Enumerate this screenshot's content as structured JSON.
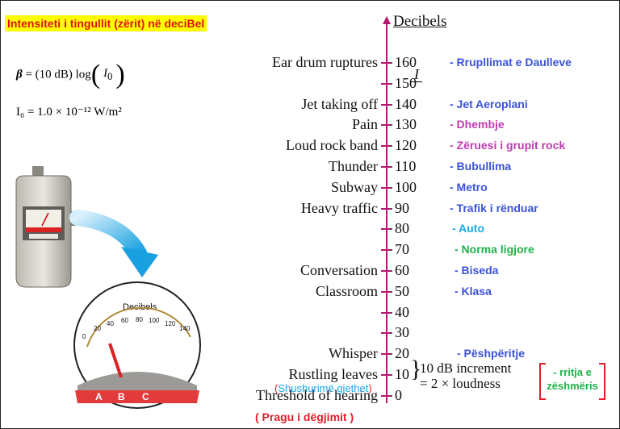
{
  "header": {
    "title": "Intensiteti i tingullit (zërit) në deciBel"
  },
  "formula": {
    "beta_lhs": "β = (10 dB) log",
    "ratio_num": "I",
    "ratio_den": "I₀",
    "i0": "I₀ = 1.0 × 10⁻¹² W/m²"
  },
  "meter": {
    "title": "Decibels",
    "scale_labels": [
      "0",
      "20",
      "40",
      "60",
      "80",
      "100",
      "120",
      "140"
    ],
    "band_labels": [
      "A",
      "B",
      "C"
    ]
  },
  "scale": {
    "title": "Decibels",
    "levels": [
      {
        "db": "160",
        "en": "Ear drum ruptures",
        "sq": "- Rrupllimat e Daulleve",
        "color": "blue"
      },
      {
        "db": "150",
        "en": "",
        "sq": "",
        "color": "blue"
      },
      {
        "db": "140",
        "en": "Jet taking off",
        "sq": "- Jet Aeroplani",
        "color": "blue"
      },
      {
        "db": "130",
        "en": "Pain",
        "sq": "- Dhembje",
        "color": "pink"
      },
      {
        "db": "120",
        "en": "Loud rock band",
        "sq": "- Zëruesi i grupit rock",
        "color": "pink"
      },
      {
        "db": "110",
        "en": "Thunder",
        "sq": "- Bubullima",
        "color": "blue"
      },
      {
        "db": "100",
        "en": "Subway",
        "sq": "- Metro",
        "color": "blue"
      },
      {
        "db": "90",
        "en": "Heavy traffic",
        "sq": "- Trafik i rënduar",
        "color": "blue"
      },
      {
        "db": "80",
        "en": "",
        "sq": "- Auto",
        "color": "cyan"
      },
      {
        "db": "70",
        "en": "",
        "sq": "- Norma ligjore",
        "color": "green"
      },
      {
        "db": "60",
        "en": "Conversation",
        "sq": "- Biseda",
        "color": "blue"
      },
      {
        "db": "50",
        "en": "Classroom",
        "sq": "- Klasa",
        "color": "blue"
      },
      {
        "db": "40",
        "en": "",
        "sq": "",
        "color": "blue"
      },
      {
        "db": "30",
        "en": "",
        "sq": "",
        "color": "blue"
      },
      {
        "db": "20",
        "en": "Whisper",
        "sq": "- Pëshpëritje",
        "color": "blue"
      },
      {
        "db": "10",
        "en": "Rustling leaves",
        "sq": "",
        "color": "blue"
      },
      {
        "db": "0",
        "en": "Threshold of hearing",
        "sq": "",
        "color": "blue"
      }
    ],
    "rustling_sq": "Shushurimë gjethet",
    "threshold_sq": "( Pragu i dëgjimit )",
    "increment_line1": "10 dB increment",
    "increment_line2": "= 2 × loudness",
    "growth_label": "- rritja e zëshmëris"
  }
}
